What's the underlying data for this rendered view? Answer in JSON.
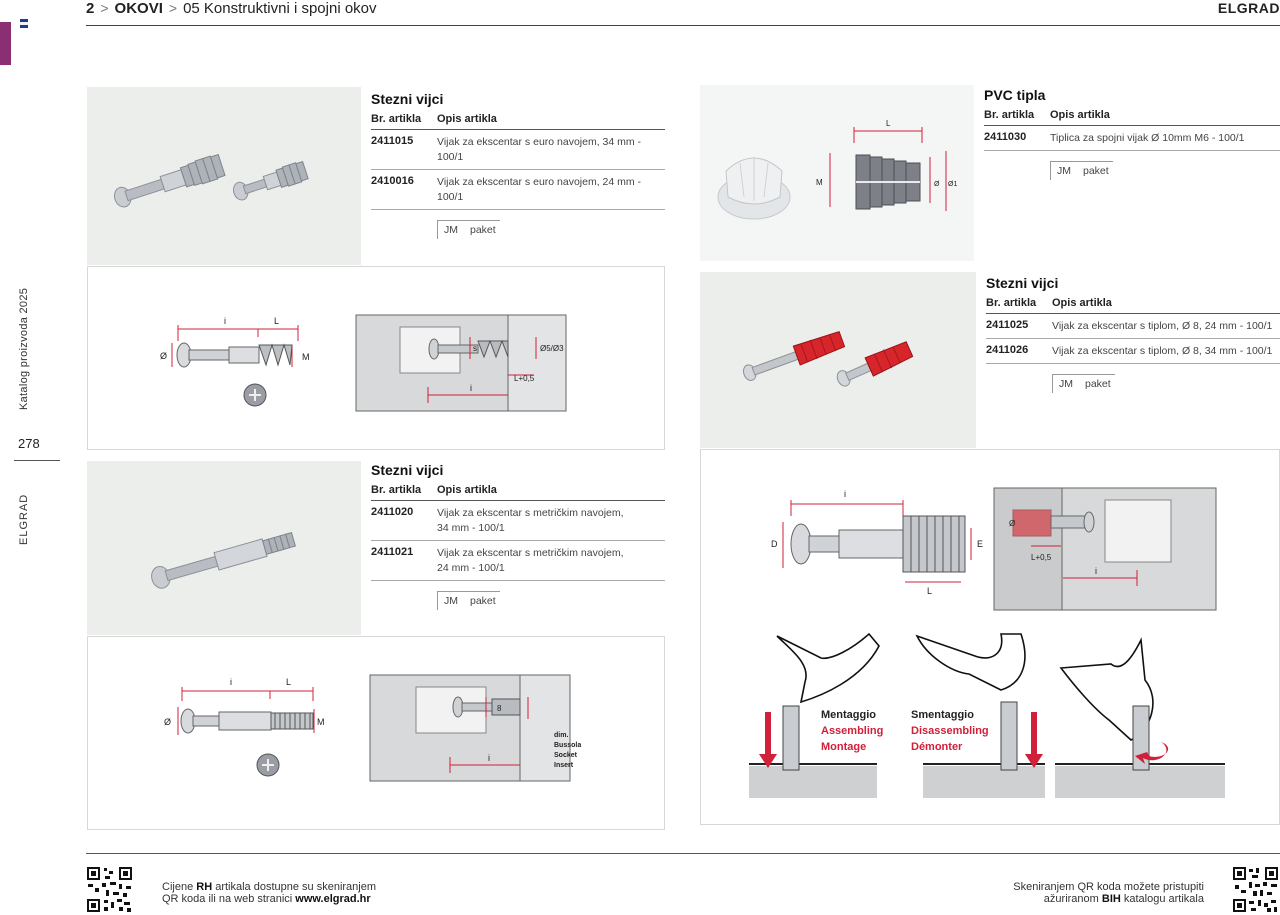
{
  "breadcrumb": {
    "chapter_no": "2",
    "chapter": "OKOVI",
    "section_no": "05",
    "section": "Konstruktivni i spojni okov",
    "sep": ">"
  },
  "brand": "ELGRAD",
  "rail": {
    "catalog": "Katalog proizvoda 2025",
    "page": "278",
    "brand": "ELGRAD"
  },
  "colors": {
    "accent": "#8a2f72",
    "drawing_red": "#d0203a",
    "photo_bg": "#eceeec"
  },
  "products": [
    {
      "title": "Stezni vijci",
      "col_code": "Br. artikla",
      "col_desc": "Opis artikla",
      "rows": [
        {
          "code": "2411015",
          "desc": "Vijak za ekscentar s euro navojem, 34 mm - 100/1"
        },
        {
          "code": "2410016",
          "desc": "Vijak za ekscentar s euro navojem, 24 mm - 100/1"
        }
      ],
      "unit_label": "JM",
      "unit_value": "paket"
    },
    {
      "title": "Stezni vijci",
      "col_code": "Br. artikla",
      "col_desc": "Opis artikla",
      "rows": [
        {
          "code": "2411020",
          "desc": "Vijak za ekscentar s metričkim navojem, 34 mm - 100/1"
        },
        {
          "code": "2411021",
          "desc": "Vijak za ekscentar s metričkim navojem, 24 mm - 100/1"
        }
      ],
      "unit_label": "JM",
      "unit_value": "paket"
    },
    {
      "title": "PVC tipla",
      "col_code": "Br. artikla",
      "col_desc": "Opis artikla",
      "rows": [
        {
          "code": "2411030",
          "desc": "Tiplica za spojni vijak Ø 10mm M6 - 100/1"
        }
      ],
      "unit_label": "JM",
      "unit_value": "paket"
    },
    {
      "title": "Stezni vijci",
      "col_code": "Br. artikla",
      "col_desc": "Opis artikla",
      "rows": [
        {
          "code": "2411025",
          "desc": "Vijak za ekscentar s tiplom, Ø 8, 24 mm - 100/1"
        },
        {
          "code": "2411026",
          "desc": "Vijak za ekscentar s tiplom, Ø 8, 34 mm - 100/1"
        }
      ],
      "unit_label": "JM",
      "unit_value": "paket"
    }
  ],
  "drawing_labels": {
    "d1": {
      "i": "i",
      "L": "L",
      "dia": "Ø",
      "M": "M",
      "hole": "Ø5/Ø3",
      "tol": "L+0,5",
      "s": "s",
      "i2": "i"
    },
    "d2": {
      "i": "i",
      "L": "L",
      "dia": "Ø",
      "M": "M",
      "dim": "dim.",
      "bussola": "Bussola",
      "socket": "Socket",
      "insert": "Insert",
      "i2": "i",
      "eight": "8"
    },
    "pvc": {
      "L": "L",
      "M": "M",
      "dia": "Ø",
      "dia1": "Ø1"
    },
    "d3": {
      "i": "i",
      "D": "D",
      "e": "E",
      "L": "L",
      "dia": "Ø",
      "tol": "L+0,5",
      "i2": "i"
    },
    "steps": [
      {
        "l1": "Mentaggio",
        "l2": "Assembling",
        "l3": "Montage"
      },
      {
        "l1": "Smentaggio",
        "l2": "Disassembling",
        "l3": "Démonter"
      }
    ]
  },
  "footer": {
    "left_1a": "Cijene ",
    "left_1b": "RH",
    "left_1c": " artikala dostupne su skeniranjem",
    "left_2a": "QR koda ili na web stranici ",
    "left_2b": "www.elgrad.hr",
    "right_1": "Skeniranjem QR koda možete pristupiti",
    "right_2a": "ažuriranom ",
    "right_2b": "BIH",
    "right_2c": " katalogu artikala"
  }
}
